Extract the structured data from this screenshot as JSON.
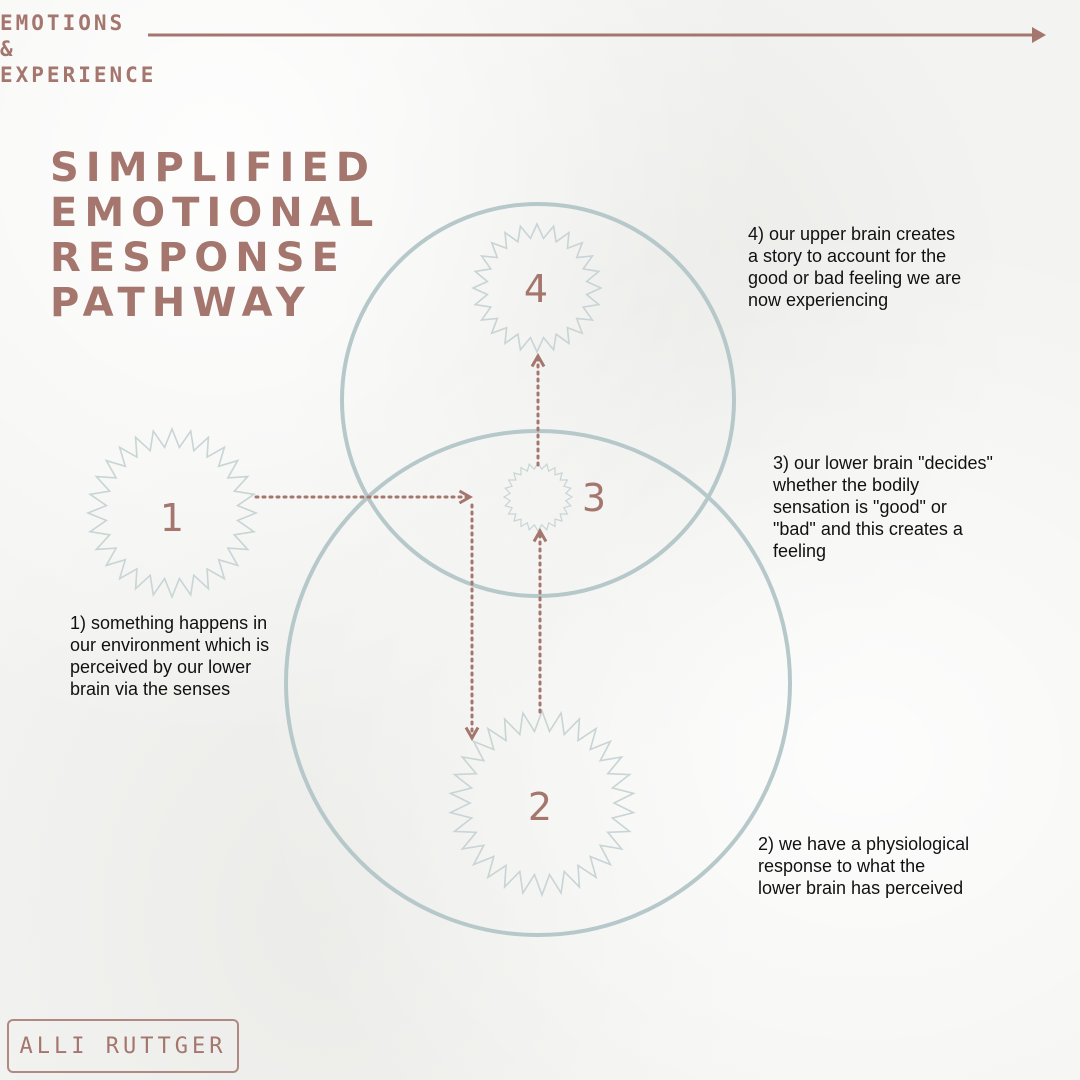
{
  "header": {
    "series_label": "EMOTIONS & EXPERIENCE"
  },
  "title": "SIMPLIFIED EMOTIONAL RESPONSE PATHWAY",
  "nodes": [
    {
      "id": "1",
      "label": "1"
    },
    {
      "id": "2",
      "label": "2"
    },
    {
      "id": "3",
      "label": "3"
    },
    {
      "id": "4",
      "label": "4"
    }
  ],
  "steps": [
    {
      "id": "1",
      "text": "1) something happens in our environment which is perceived by our lower brain via the senses"
    },
    {
      "id": "2",
      "text": "2) we have a physiological response to what the lower brain has perceived"
    },
    {
      "id": "3",
      "text": "3) our lower brain \"decides\" whether the bodily sensation is \"good\" or \"bad\" and this creates a feeling"
    },
    {
      "id": "4",
      "text": "4) our upper brain creates a story to account for the good or bad feeling we are now experiencing"
    }
  ],
  "author": "ALLI RUTTGER",
  "colors": {
    "accent": "#a4766d",
    "circle": "#b6c8ca",
    "background": "#f3f3f1"
  }
}
